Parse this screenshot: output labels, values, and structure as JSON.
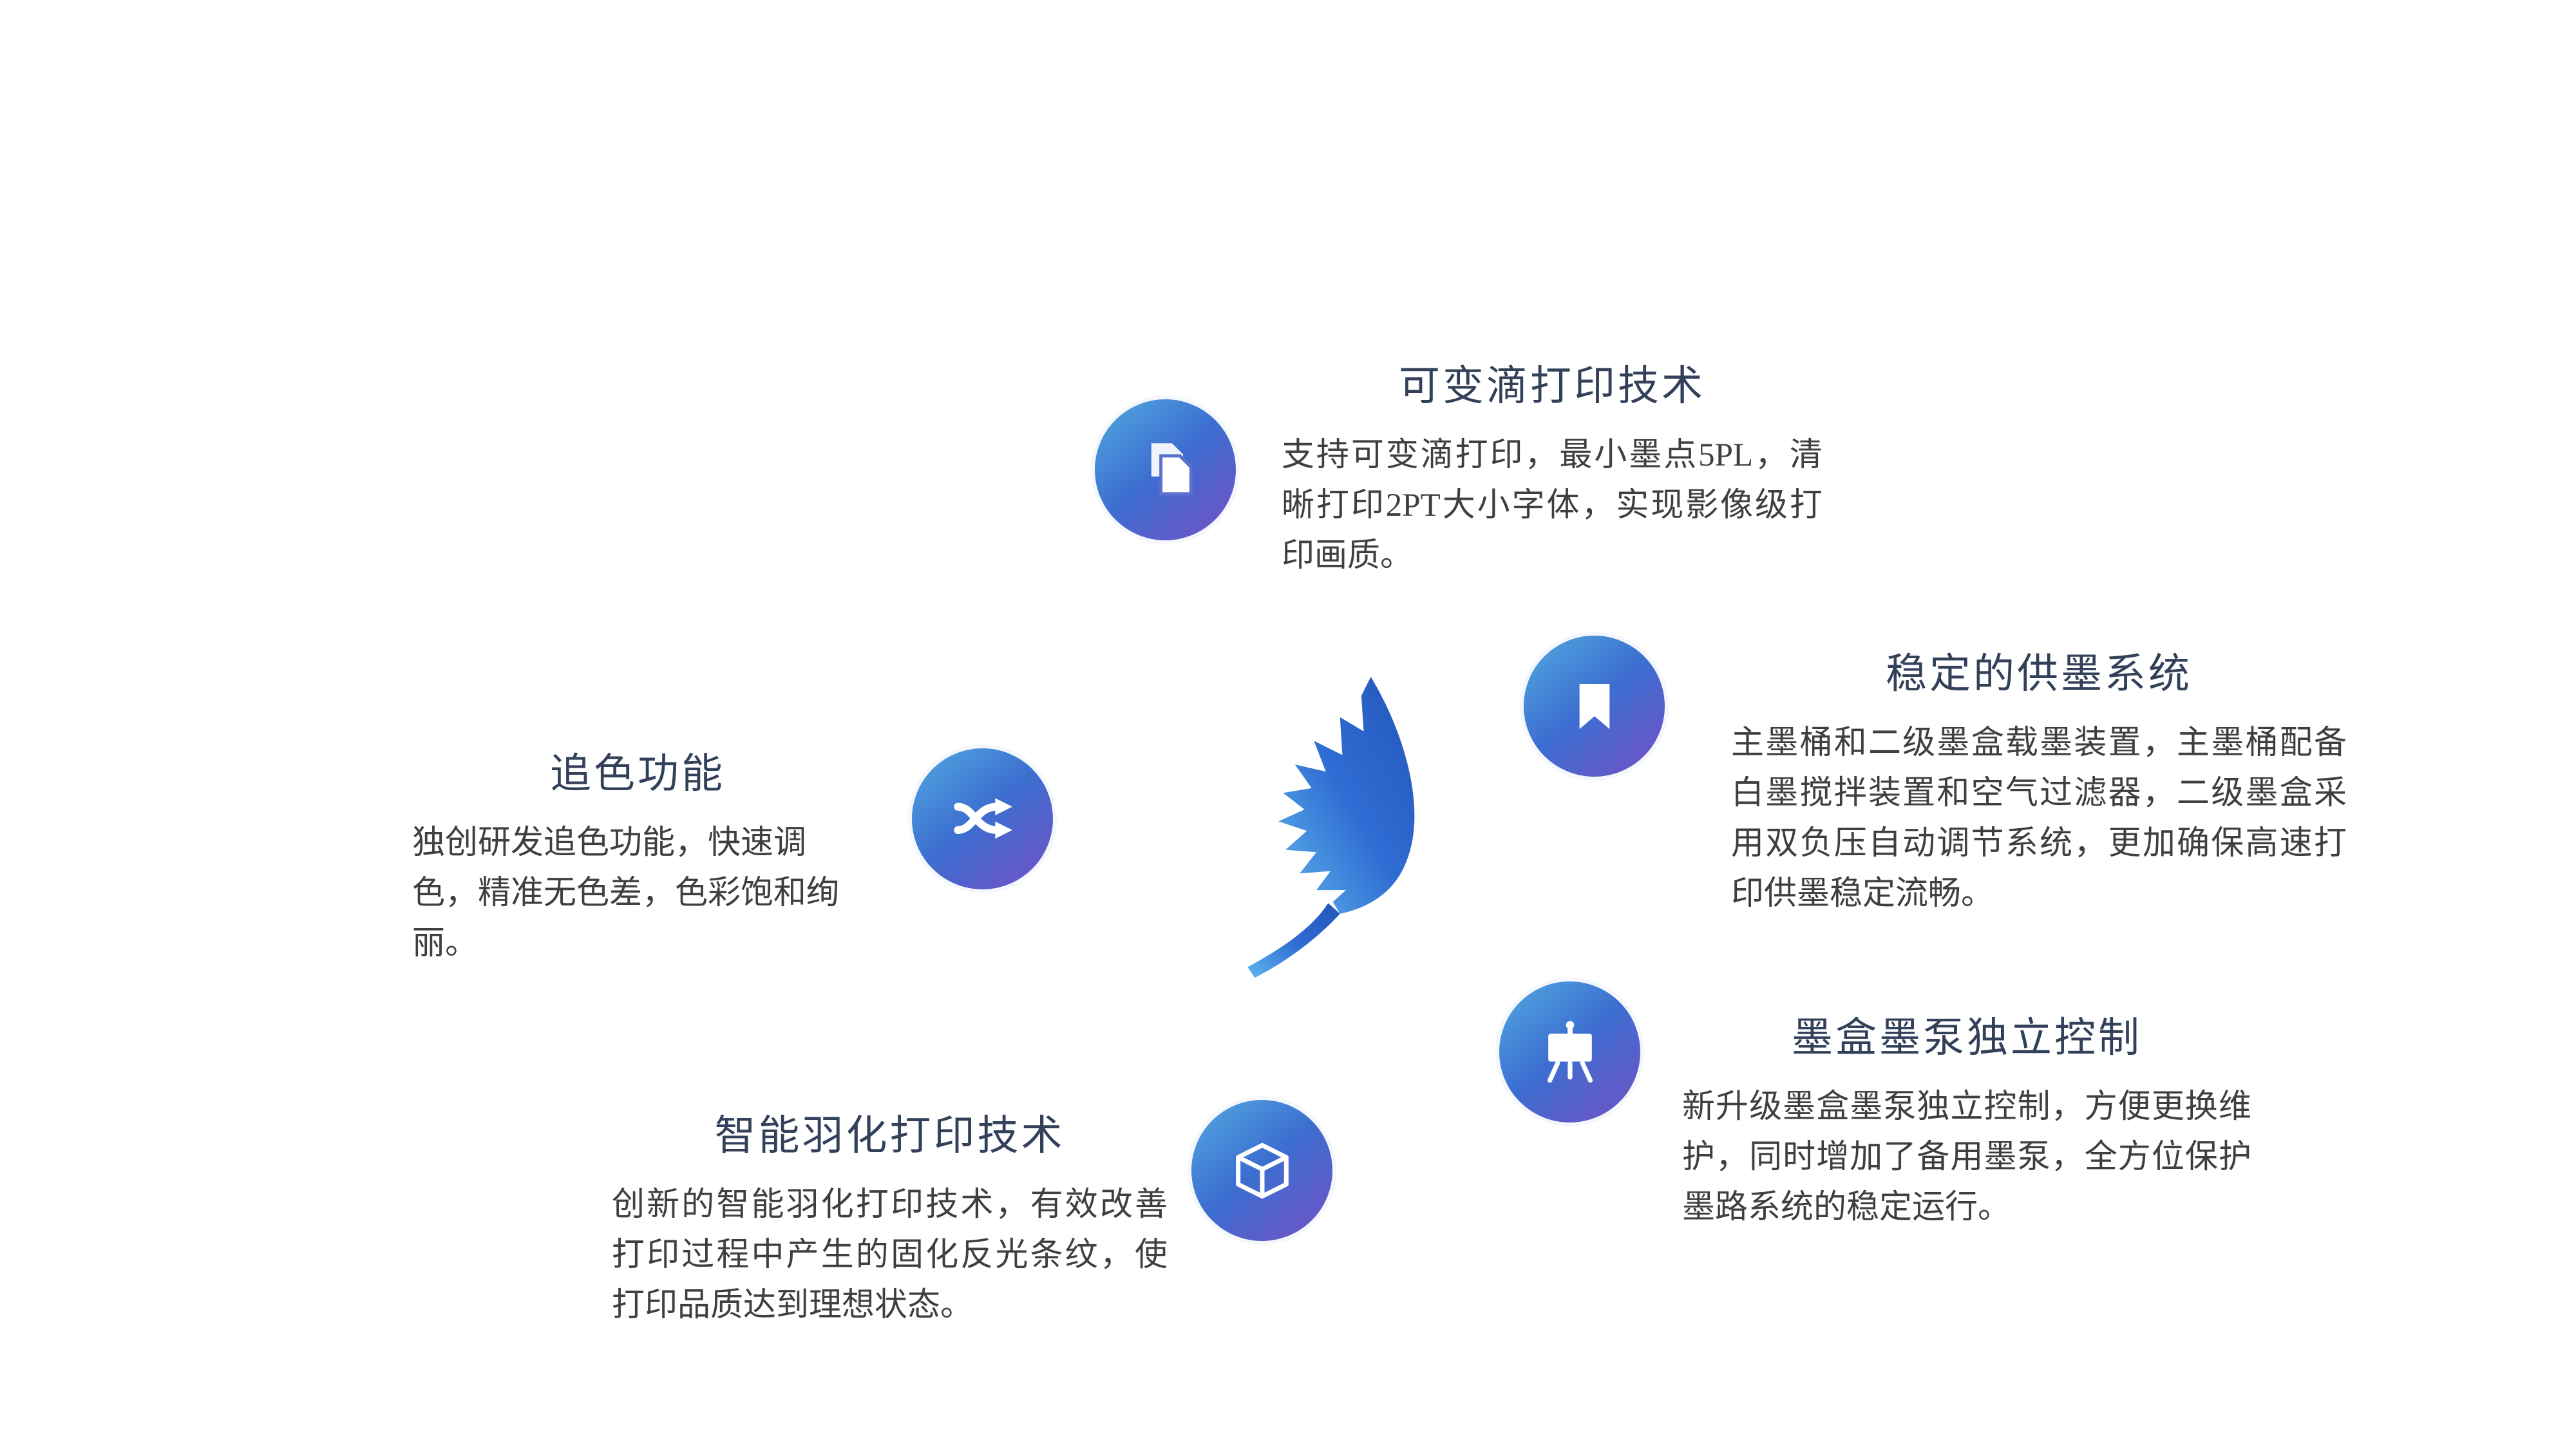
{
  "features": [
    {
      "id": "variable-drop",
      "icon": "documents-icon",
      "title": "可变滴打印技术",
      "body": "支持可变滴打印，最小墨点5PL，清晰打印2PT大小字体，实现影像级打印画质。"
    },
    {
      "id": "ink-supply",
      "icon": "bookmark-icon",
      "title": "稳定的供墨系统",
      "body": "主墨桶和二级墨盒载墨装置，主墨桶配备白墨搅拌装置和空气过滤器，二级墨盒采用双负压自动调节系统，更加确保高速打印供墨稳定流畅。"
    },
    {
      "id": "color-tracking",
      "icon": "shuffle-icon",
      "title": "追色功能",
      "body": "独创研发追色功能，快速调色，精准无色差，色彩饱和绚丽。"
    },
    {
      "id": "pump-control",
      "icon": "easel-icon",
      "title": "墨盒墨泵独立控制",
      "body": "新升级墨盒墨泵独立控制，方便更换维护，同时增加了备用墨泵，全方位保护墨路系统的稳定运行。"
    },
    {
      "id": "feathering",
      "icon": "cube-icon",
      "title": "智能羽化打印技术",
      "body": "创新的智能羽化打印技术，有效改善打印过程中产生的固化反光条纹，使打印品质达到理想状态。"
    }
  ],
  "colors": {
    "title_color": "#33405a",
    "body_color": "#3f3f3f",
    "grad_a": "#4fa0de",
    "grad_b": "#3c6ed0",
    "grad_c": "#7052c6",
    "feather_a": "#5fb6ea",
    "feather_b": "#2f6cd4",
    "feather_c": "#2456b8"
  }
}
